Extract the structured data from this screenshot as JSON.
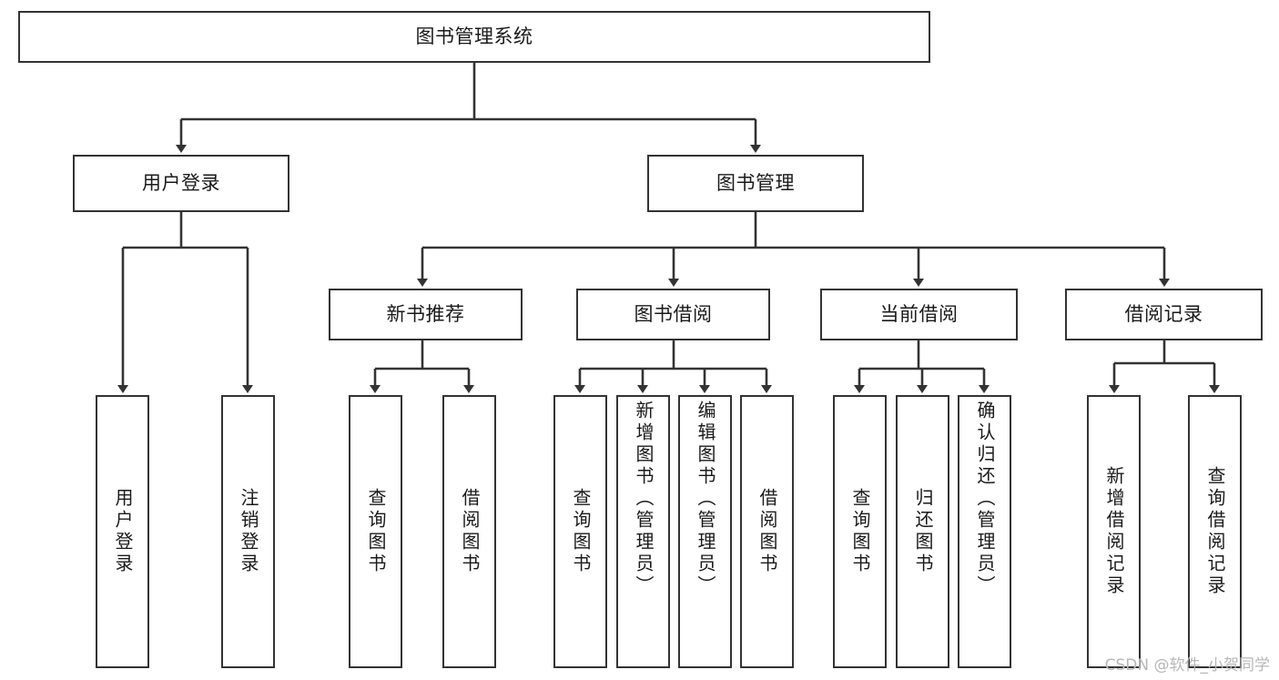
{
  "diagram": {
    "title": "图书管理系统",
    "type": "tree-hierarchy",
    "root": {
      "label": "图书管理系统"
    },
    "level2": [
      {
        "id": "user-login",
        "label": "用户登录"
      },
      {
        "id": "book-manage",
        "label": "图书管理"
      }
    ],
    "level3": [
      {
        "id": "new-book-rec",
        "label": "新书推荐",
        "parent": "book-manage"
      },
      {
        "id": "book-borrow",
        "label": "图书借阅",
        "parent": "book-manage"
      },
      {
        "id": "current-borrow",
        "label": "当前借阅",
        "parent": "book-manage"
      },
      {
        "id": "borrow-record",
        "label": "借阅记录",
        "parent": "book-manage"
      }
    ],
    "leaves": {
      "user-login": [
        {
          "id": "leaf-user-login",
          "label": "用户登录"
        },
        {
          "id": "leaf-user-logout",
          "label": "注销登录"
        }
      ],
      "new-book-rec": [
        {
          "id": "leaf-query-book-1",
          "label": "查询图书"
        },
        {
          "id": "leaf-borrow-book-1",
          "label": "借阅图书"
        }
      ],
      "book-borrow": [
        {
          "id": "leaf-query-book-2",
          "label": "查询图书"
        },
        {
          "id": "leaf-add-book",
          "label": "新增图书（管理员）"
        },
        {
          "id": "leaf-edit-book",
          "label": "编辑图书（管理员）"
        },
        {
          "id": "leaf-borrow-book-2",
          "label": "借阅图书"
        }
      ],
      "current-borrow": [
        {
          "id": "leaf-query-book-3",
          "label": "查询图书"
        },
        {
          "id": "leaf-return-book",
          "label": "归还图书"
        },
        {
          "id": "leaf-confirm-return",
          "label": "确认归还（管理员）"
        }
      ],
      "borrow-record": [
        {
          "id": "leaf-add-record",
          "label": "新增借阅记录"
        },
        {
          "id": "leaf-query-record",
          "label": "查询借阅记录"
        }
      ]
    }
  },
  "watermark": {
    "text": "CSDN @软件_小贺同学"
  },
  "colors": {
    "border": "#333333",
    "background": "#ffffff",
    "text": "#1a1a1a",
    "watermark": "#b7b7b7"
  }
}
